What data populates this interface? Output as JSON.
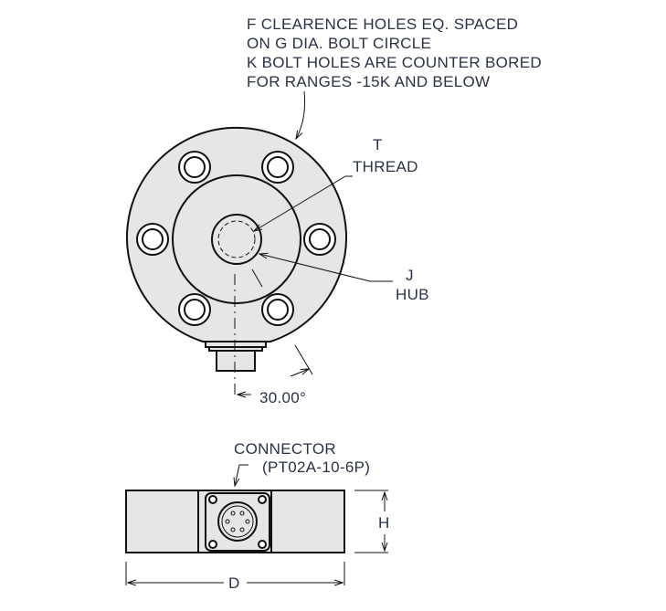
{
  "notes": {
    "line1": "F CLEARENCE HOLES EQ. SPACED",
    "line2": "ON G DIA. BOLT CIRCLE",
    "line3": "K BOLT HOLES ARE COUNTER BORED",
    "line4": "FOR RANGES -15K AND BELOW"
  },
  "thread": {
    "letter": "T",
    "label": "THREAD"
  },
  "hub": {
    "letter": "J",
    "label": "HUB"
  },
  "angle": "30.00°",
  "connector": {
    "label": "CONNECTOR",
    "part": "(PT02A-10-6P)"
  },
  "dims": {
    "height": "H",
    "diameter": "D"
  }
}
